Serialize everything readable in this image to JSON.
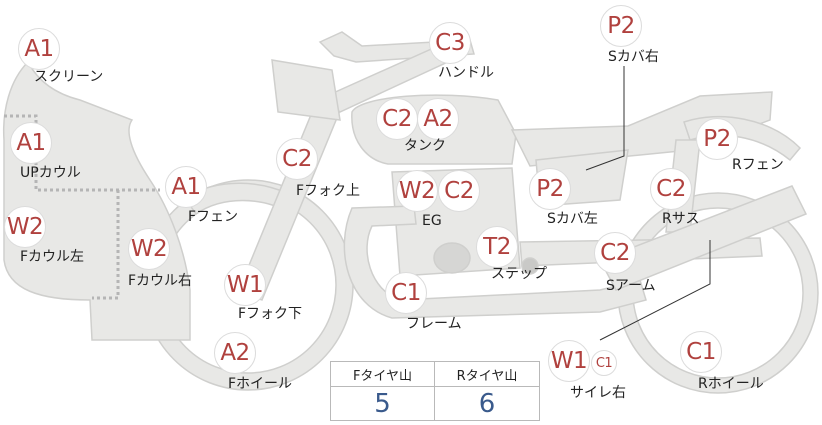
{
  "colors": {
    "body_fill": "#e8e8e6",
    "outline": "#cfcfcd",
    "badge_text": "#b0413e",
    "label_text": "#222222",
    "value_text": "#3a5a8c",
    "dotted_line": "#b5b5b5"
  },
  "parts": [
    {
      "id": "screen",
      "code": "A1",
      "label": "スクリーン"
    },
    {
      "id": "up-cowl",
      "code": "A1",
      "label": "UPカウル"
    },
    {
      "id": "f-cowl-left",
      "code": "W2",
      "label": "Fカウル左"
    },
    {
      "id": "f-cowl-right",
      "code": "W2",
      "label": "Fカウル右"
    },
    {
      "id": "f-fender",
      "code": "A1",
      "label": "Fフェン"
    },
    {
      "id": "f-fork-upper",
      "code": "C2",
      "label": "Fフォク上"
    },
    {
      "id": "f-fork-lower",
      "code": "W1",
      "label": "Fフォク下"
    },
    {
      "id": "f-wheel",
      "code": "A2",
      "label": "Fホイール"
    },
    {
      "id": "handle",
      "code": "C3",
      "label": "ハンドル"
    },
    {
      "id": "tank",
      "codes": [
        "C2",
        "A2"
      ],
      "label": "タンク"
    },
    {
      "id": "eg",
      "codes": [
        "W2",
        "C2"
      ],
      "label": "EG"
    },
    {
      "id": "frame",
      "code": "C1",
      "label": "フレーム"
    },
    {
      "id": "step",
      "code": "T2",
      "label": "ステップ"
    },
    {
      "id": "s-cover-left",
      "code": "P2",
      "label": "Sカバ左"
    },
    {
      "id": "s-cover-right",
      "code": "P2",
      "label": "Sカバ右"
    },
    {
      "id": "r-fender",
      "code": "P2",
      "label": "Rフェン"
    },
    {
      "id": "r-sus",
      "code": "C2",
      "label": "Rサス"
    },
    {
      "id": "s-arm",
      "code": "C2",
      "label": "Sアーム"
    },
    {
      "id": "silencer-right",
      "codes": [
        "W1",
        "C1"
      ],
      "label": "サイレ右"
    },
    {
      "id": "r-wheel",
      "code": "C1",
      "label": "Rホイール"
    }
  ],
  "tire_table": {
    "front_header": "Fタイヤ山",
    "rear_header": "Rタイヤ山",
    "front_value": "5",
    "rear_value": "6"
  }
}
